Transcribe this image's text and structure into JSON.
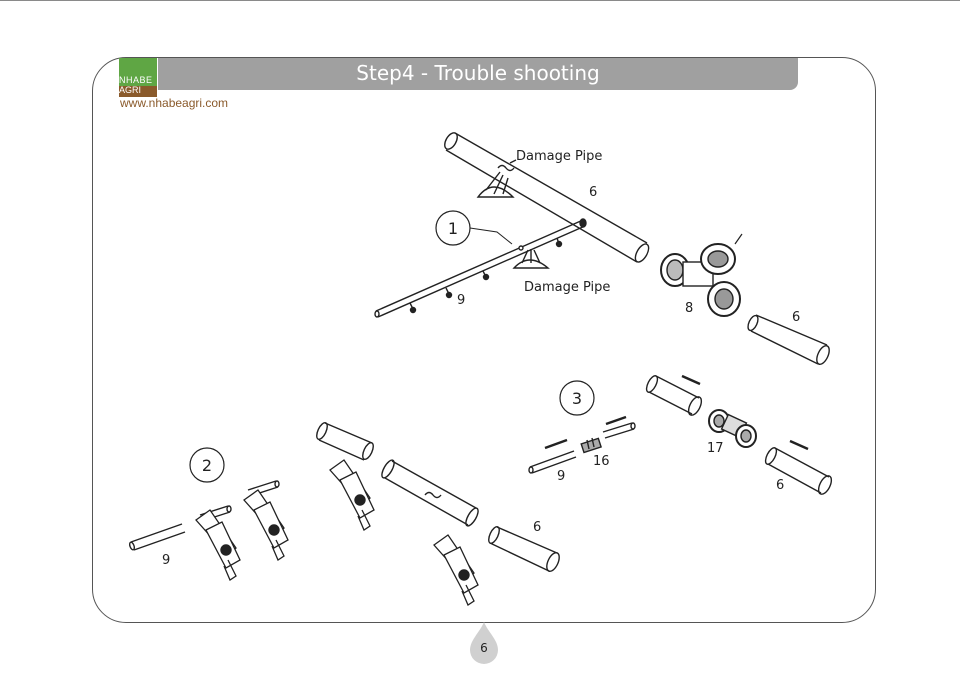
{
  "page": {
    "title": "Step4 -  Trouble shooting",
    "website": "www.nhabeagri.com",
    "logo_text_line1": "NHABE",
    "logo_text_line2": "AGRI",
    "page_number": "6"
  },
  "colors": {
    "banner": "#a0a0a0",
    "logo_green": "#5fa644",
    "logo_brown": "#8a5a2b",
    "line": "#222222"
  },
  "figure1": {
    "step_number": "1",
    "damage_label_top": "Damage Pipe",
    "damage_label_bottom": "Damage Pipe",
    "pipe_main": "6",
    "pipe_lateral": "9",
    "tee": "8",
    "pipe_right": "6"
  },
  "figure2": {
    "step_number": "2",
    "pipe_small": "9",
    "pipe_large": "6"
  },
  "figure3": {
    "step_number": "3",
    "pipe_small": "9",
    "connector_small": "16",
    "connector_large": "17",
    "pipe_large": "6"
  }
}
